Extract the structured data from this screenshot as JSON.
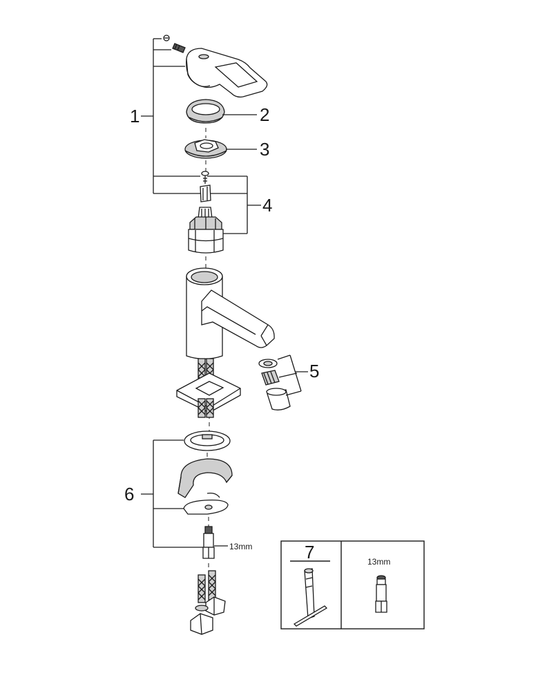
{
  "callouts": {
    "c1": "1",
    "c2": "2",
    "c3": "3",
    "c4": "4",
    "c5": "5",
    "c6": "6"
  },
  "dimension_labels": {
    "hex_size": "13mm"
  },
  "tool_box": {
    "number": "7",
    "size_label": "13mm"
  }
}
